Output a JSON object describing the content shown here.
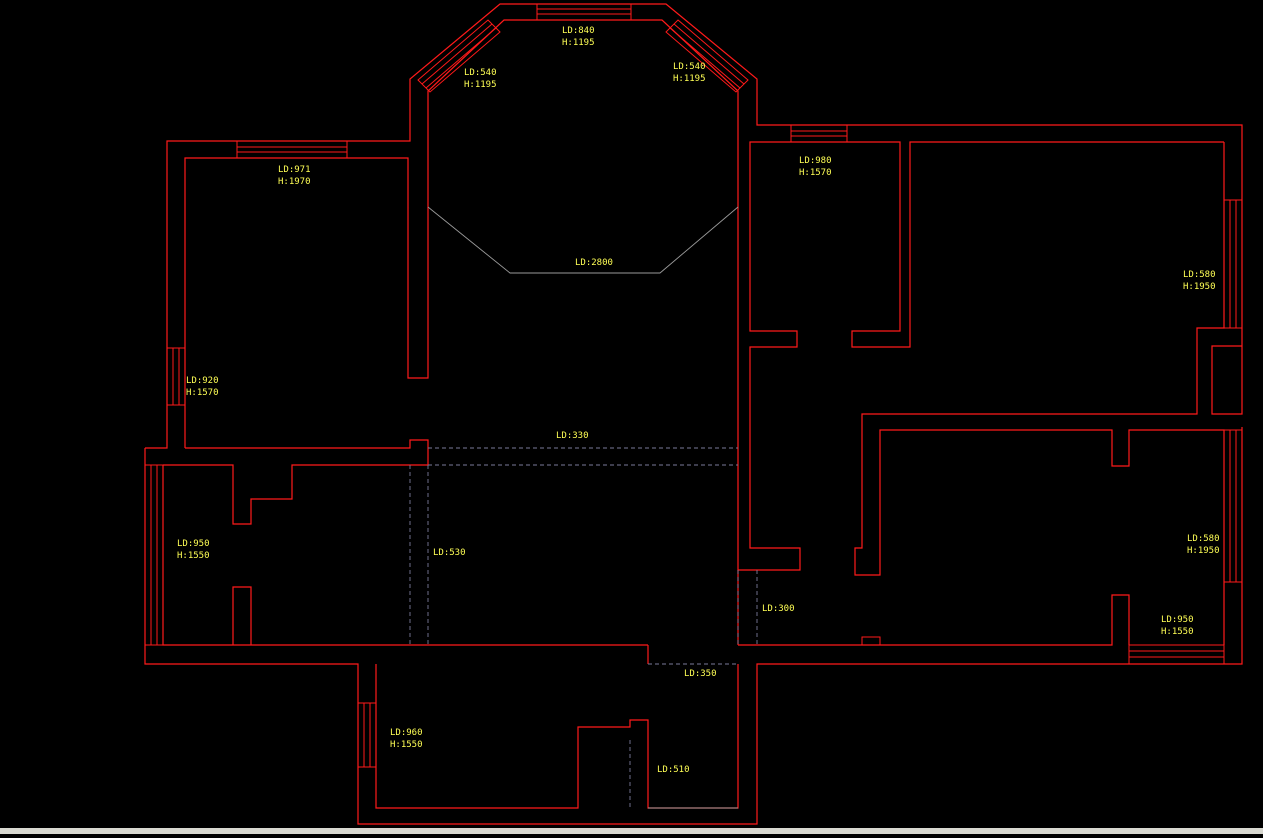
{
  "colors": {
    "background": "#000000",
    "wall": "#ff1a1a",
    "label": "#ffff55",
    "guide": "#9a9a9a"
  },
  "labels": {
    "win_top_center": [
      "LD:840",
      "H:1195"
    ],
    "win_top_left": [
      "LD:540",
      "H:1195"
    ],
    "win_top_right": [
      "LD:540",
      "H:1195"
    ],
    "win_upper_left_room": [
      "LD:971",
      "H:1970"
    ],
    "win_upper_right_small": [
      "LD:980",
      "H:1570"
    ],
    "win_right_upper": [
      "LD:580",
      "H:1950"
    ],
    "bay_span": [
      "LD:2800"
    ],
    "win_left_side": [
      "LD:920",
      "H:1570"
    ],
    "opening_top": [
      "LD:330"
    ],
    "win_lower_left": [
      "LD:950",
      "H:1550"
    ],
    "opening_mid": [
      "LD:530"
    ],
    "opening_corridor": [
      "LD:300"
    ],
    "win_right_lower": [
      "LD:580",
      "H:1950"
    ],
    "win_right_bottom": [
      "LD:950",
      "H:1550"
    ],
    "opening_bottom": [
      "LD:350"
    ],
    "win_bottom_room": [
      "LD:960",
      "H:1550"
    ],
    "opening_kitchen": [
      "LD:510"
    ]
  }
}
